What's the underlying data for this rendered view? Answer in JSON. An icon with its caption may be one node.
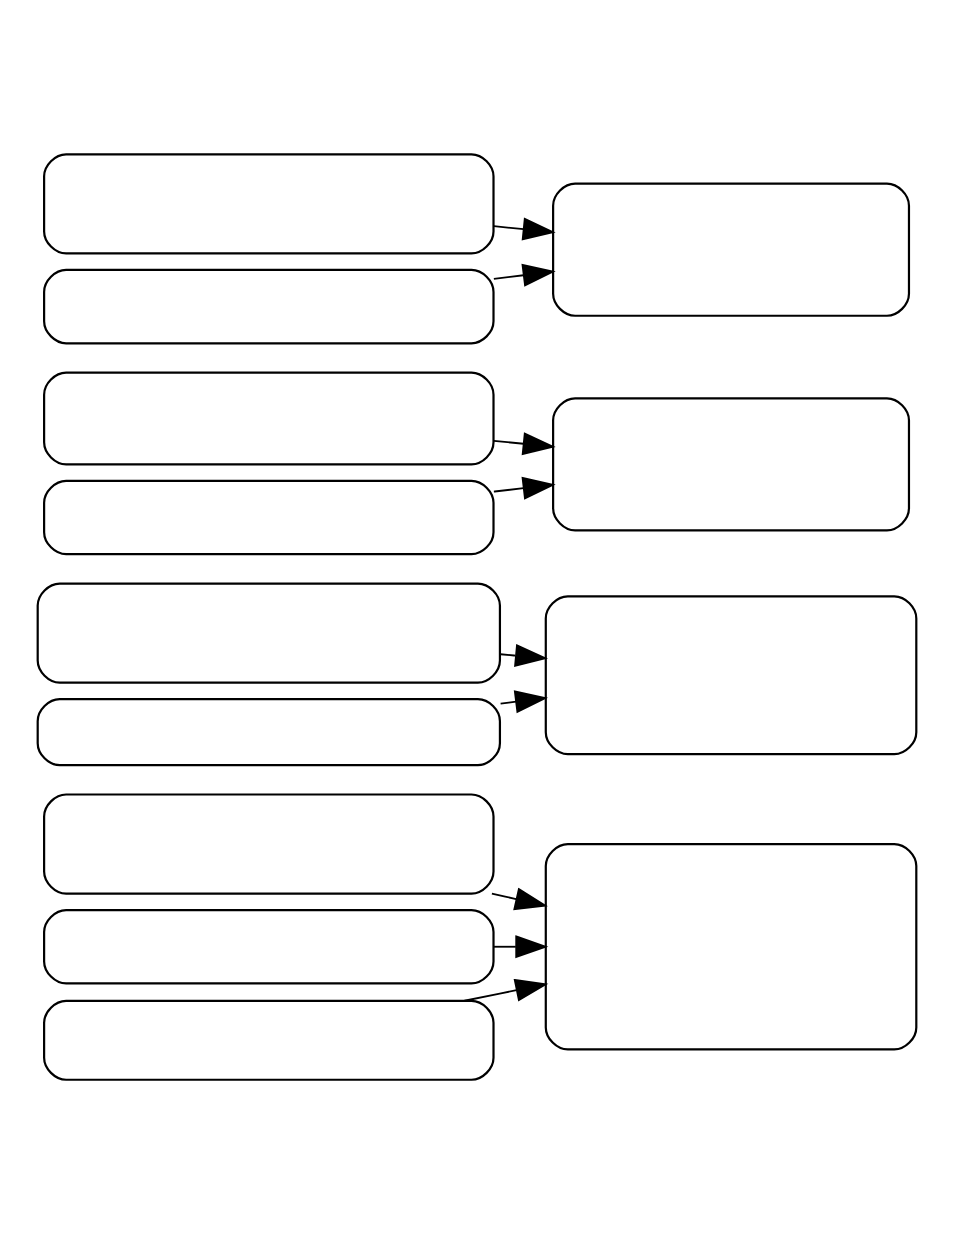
{
  "diagram": {
    "nodes": [
      {
        "text": [],
        "shape": "box"
      },
      {
        "text": [],
        "shape": "box"
      },
      {
        "text": [],
        "shape": "box"
      },
      {
        "text": [],
        "shape": "box"
      },
      {
        "text": [],
        "shape": "box"
      },
      {
        "text": [],
        "shape": "box"
      },
      {
        "text": [],
        "shape": "box"
      },
      {
        "text": [],
        "shape": "box"
      },
      {
        "text": [],
        "shape": "box"
      },
      {
        "text": [],
        "shape": "box"
      },
      {
        "text": [],
        "shape": "box"
      },
      {
        "text": [],
        "shape": "box"
      },
      {
        "text": [],
        "shape": "box"
      }
    ],
    "edges": [
      {
        "from": 0,
        "to": 2,
        "arrow": "to"
      },
      {
        "from": 1,
        "to": 2,
        "arrow": "to"
      },
      {
        "from": 3,
        "to": 5,
        "arrow": "to"
      },
      {
        "from": 4,
        "to": 5,
        "arrow": "to"
      },
      {
        "from": 6,
        "to": 8,
        "arrow": "to"
      },
      {
        "from": 7,
        "to": 8,
        "arrow": "to"
      },
      {
        "from": 9,
        "to": 12,
        "arrow": "to"
      },
      {
        "from": 10,
        "to": 12,
        "arrow": "to"
      },
      {
        "from": 11,
        "to": 12,
        "arrow": "to"
      }
    ]
  }
}
